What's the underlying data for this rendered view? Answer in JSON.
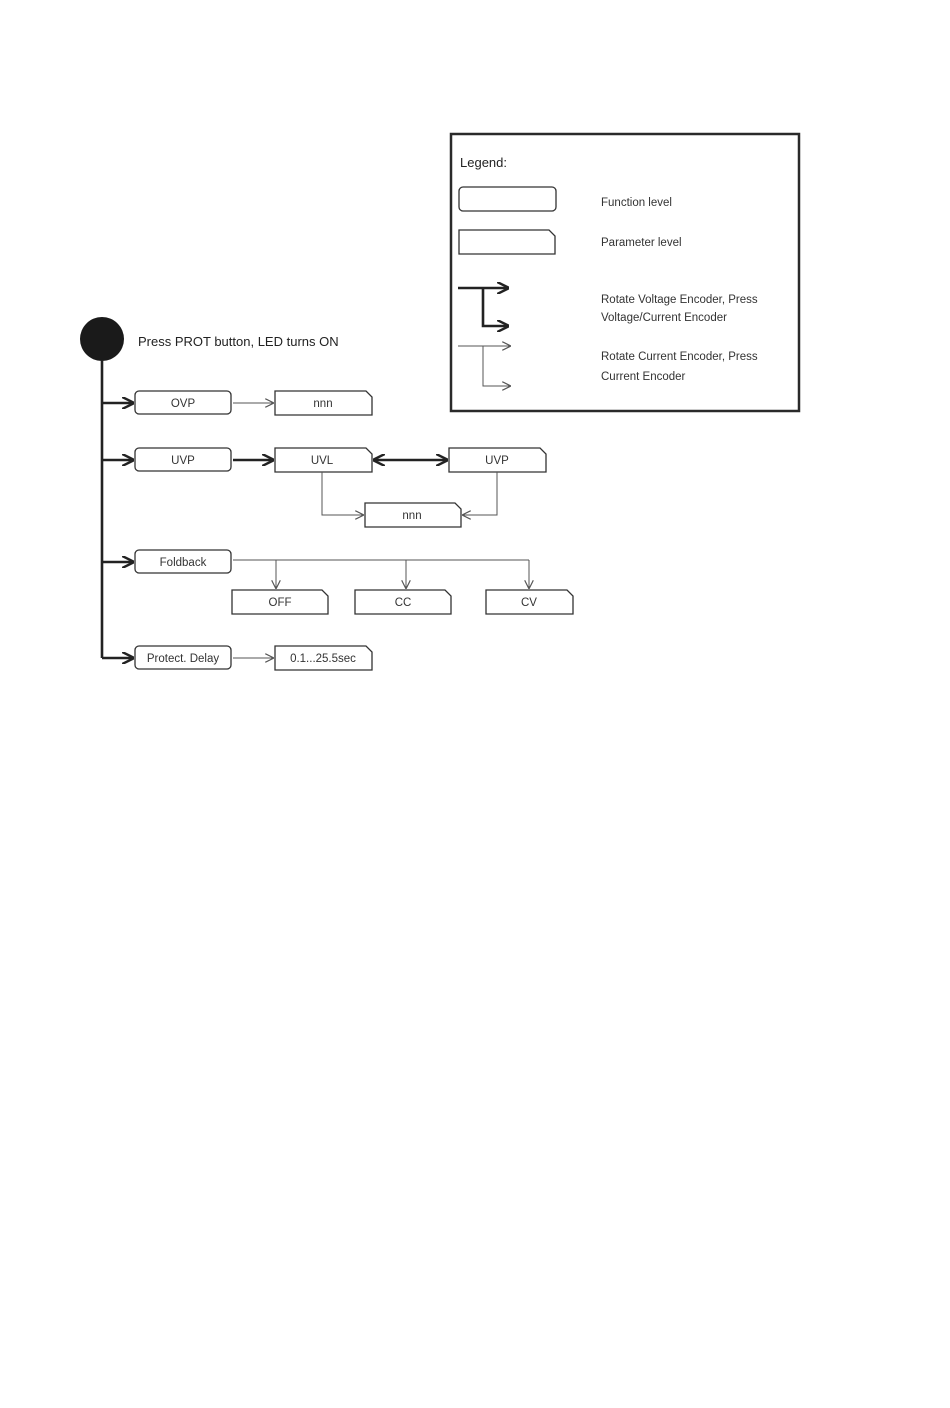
{
  "start": {
    "label": "Press PROT button, LED turns ON"
  },
  "functions": {
    "ovp": "OVP",
    "uvp": "UVP",
    "foldback": "Foldback",
    "protect_delay": "Protect. Delay"
  },
  "parameters": {
    "ovp_value": "nnn",
    "uvl": "UVL",
    "uvp": "UVP",
    "uvp_value": "nnn",
    "foldback_off": "OFF",
    "foldback_cc": "CC",
    "foldback_cv": "CV",
    "delay_range": "0.1...25.5sec"
  },
  "legend": {
    "title": "Legend:",
    "function_level": "Function level",
    "parameter_level": "Parameter level",
    "voltage_line1": "Rotate Voltage Encoder, Press",
    "voltage_line2": "Voltage/Current Encoder",
    "current_line1": "Rotate Current Encoder, Press",
    "current_line2": "Current Encoder"
  }
}
